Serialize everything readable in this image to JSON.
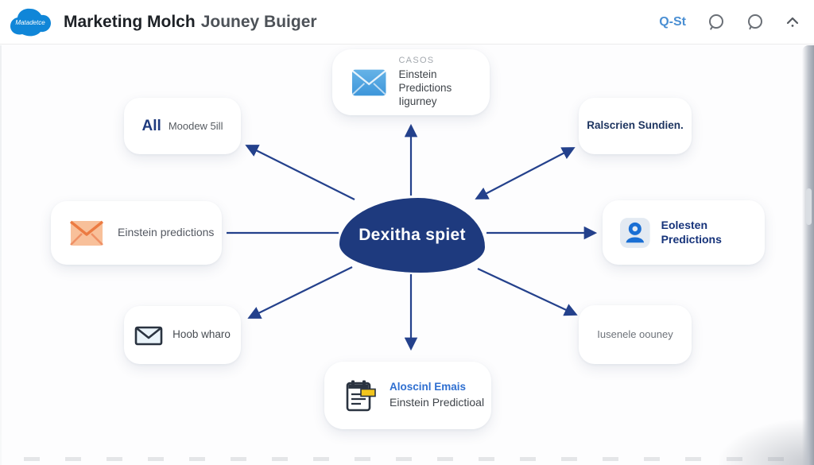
{
  "header": {
    "logo_text": "Matadetce",
    "title_bold": "Marketing Molch",
    "title_rest": "Jouney Buiger",
    "action_label": "Q-St"
  },
  "diagram": {
    "center_label": "Dexitha spiet",
    "nodes": {
      "top": {
        "eyebrow": "CASOS",
        "line1": "Einstein Predictions",
        "line2": "Iigurney",
        "icon": "envelope-blue"
      },
      "top_left": {
        "bold": "All",
        "text": "Moodew 5ill"
      },
      "top_right": {
        "text": "Ralscrien Sundien."
      },
      "left": {
        "text": "Einstein predictions",
        "icon": "envelope-orange"
      },
      "right": {
        "text": "Eolesten Predictions",
        "icon": "person"
      },
      "bottom_left": {
        "text": "Hoob wharo",
        "icon": "envelope-outline"
      },
      "bottom_right": {
        "text": "Iusenele oouney"
      },
      "bottom": {
        "line1": "Aloscinl Emais",
        "line2": "Einstein Predictioal",
        "icon": "notepad"
      }
    }
  },
  "colors": {
    "accent_navy": "#1e3a7e",
    "arrow_navy": "#24418c",
    "logo_blue": "#1086d8",
    "link_blue": "#2f6fd0",
    "envelope_blue": "#4aa0de",
    "envelope_orange": "#ef8a58",
    "highlight_yellow": "#f2c51d"
  }
}
